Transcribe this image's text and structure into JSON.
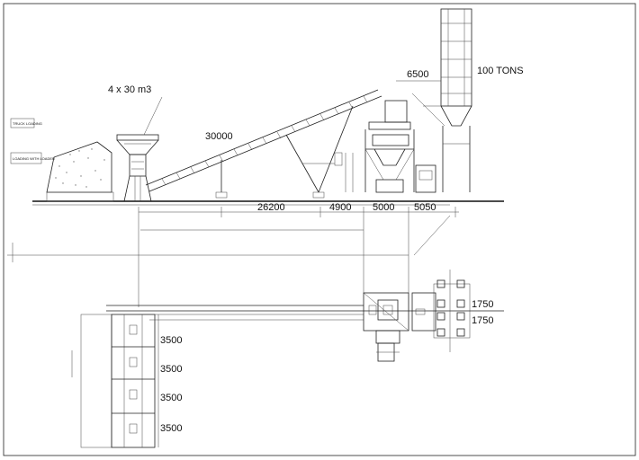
{
  "labels": {
    "bins": "4 x 30 m3",
    "silo": "100 TONS",
    "conveyor_length": "30000",
    "dim_6500": "6500",
    "dim_26200": "26200",
    "dim_4900": "4900",
    "dim_5000": "5000",
    "dim_5050": "5050",
    "dim_1750_a": "1750",
    "dim_1750_b": "1750",
    "bin_3500_1": "3500",
    "bin_3500_2": "3500",
    "bin_3500_3": "3500",
    "bin_3500_4": "3500",
    "truck_loading": "TRUCK LOADING",
    "loading_with_loader": "LOADING WITH LOADER"
  }
}
